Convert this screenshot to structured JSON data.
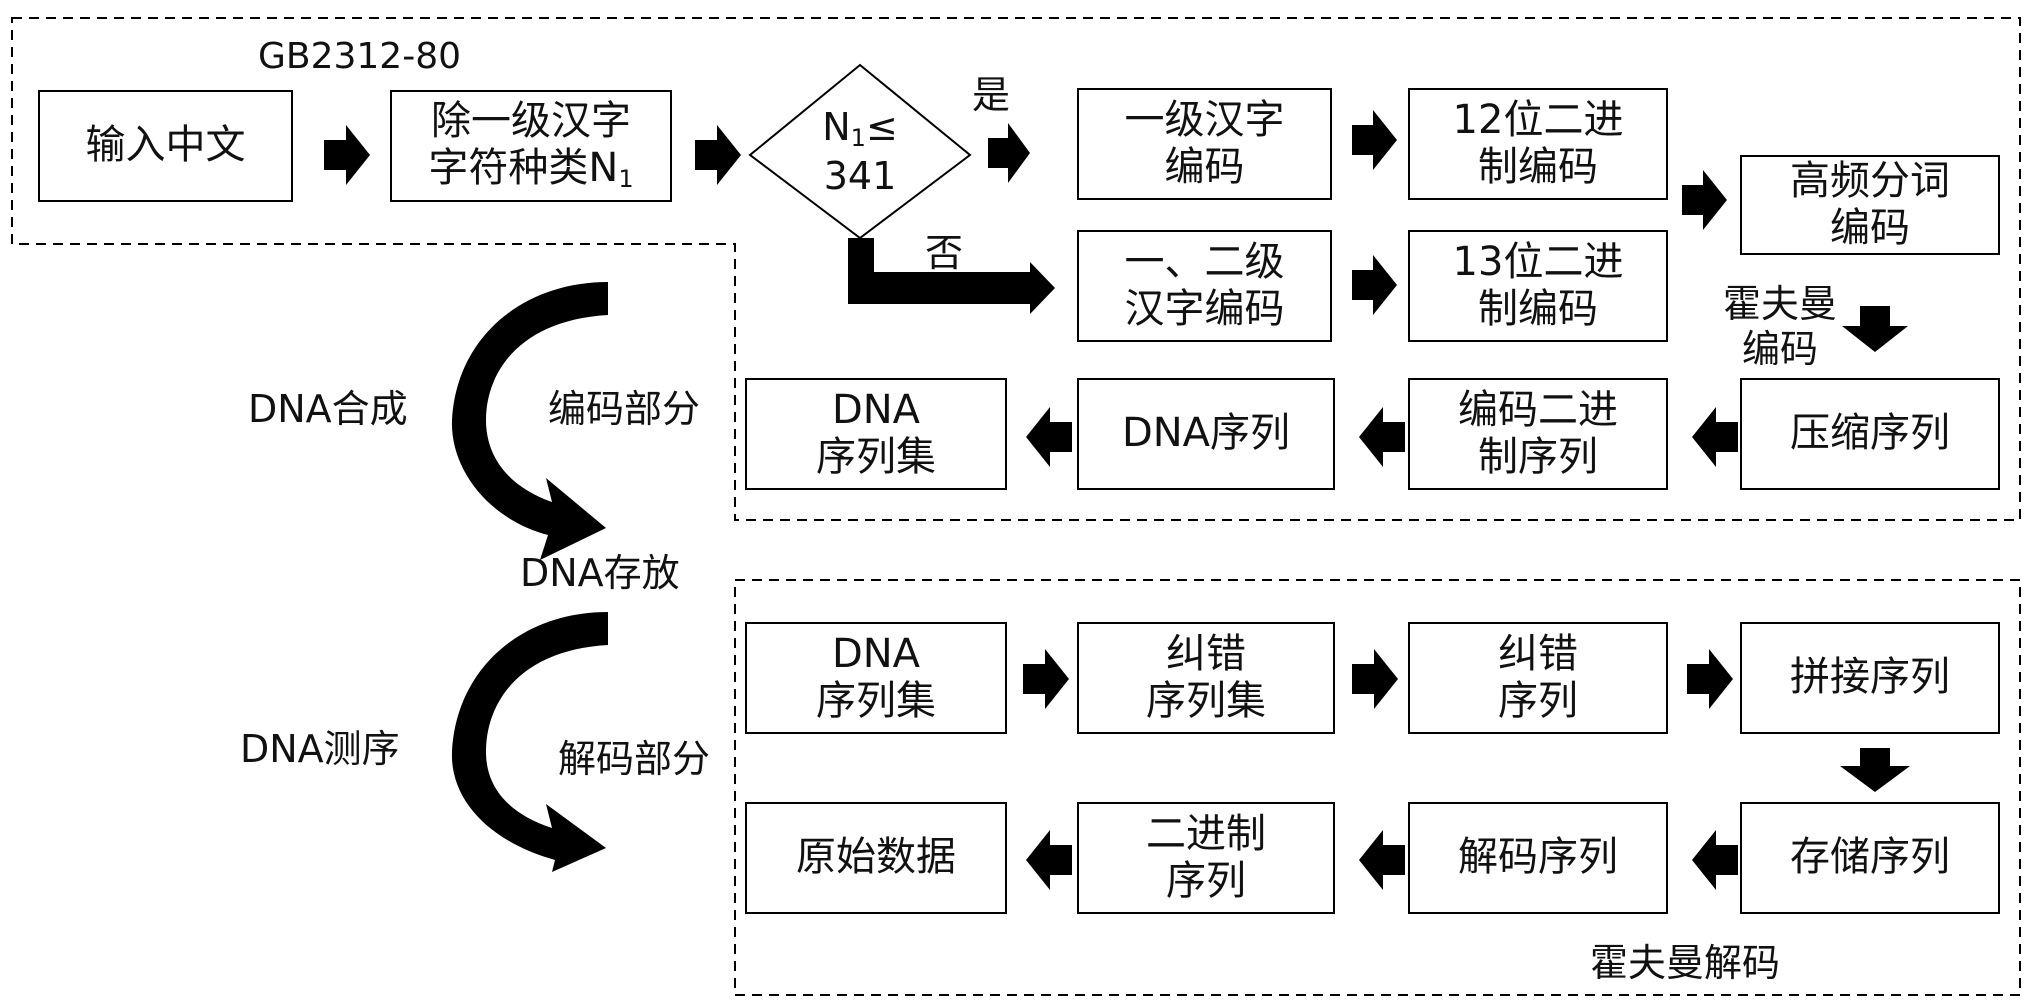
{
  "standard_label": "GB2312-80",
  "decision": {
    "symbol": "N",
    "subscript": "1",
    "op": "≤",
    "threshold": "341"
  },
  "branch_yes": "是",
  "branch_no": "否",
  "encode": {
    "input": "输入中文",
    "count_line1": "除一级汉字",
    "count_line2_prefix": "字符种类N",
    "count_line2_sub": "1",
    "level1_line1": "一级汉字",
    "level1_line2": "编码",
    "bin12_line1": "12位二进",
    "bin12_line2": "制编码",
    "level12_line1": "一、二级",
    "level12_line2": "汉字编码",
    "bin13_line1": "13位二进",
    "bin13_line2": "制编码",
    "freq_line1": "高频分词",
    "freq_line2": "编码",
    "huffman_enc_line1": "霍夫曼",
    "huffman_enc_line2": "编码",
    "compressed": "压缩序列",
    "enc_binary_line1": "编码二进",
    "enc_binary_line2": "制序列",
    "dna_seq": "DNA序列",
    "dna_set_line1": "DNA",
    "dna_set_line2": "序列集"
  },
  "decode": {
    "dna_set_line1": "DNA",
    "dna_set_line2": "序列集",
    "ec_set_line1": "纠错",
    "ec_set_line2": "序列集",
    "ec_seq_line1": "纠错",
    "ec_seq_line2": "序列",
    "spliced": "拼接序列",
    "stored": "存储序列",
    "decoded": "解码序列",
    "binary_line1": "二进制",
    "binary_line2": "序列",
    "original": "原始数据",
    "huffman_dec": "霍夫曼解码"
  },
  "side": {
    "dna_synthesis": "DNA合成",
    "encode_part": "编码部分",
    "dna_storage": "DNA存放",
    "dna_sequencing": "DNA测序",
    "decode_part": "解码部分"
  }
}
